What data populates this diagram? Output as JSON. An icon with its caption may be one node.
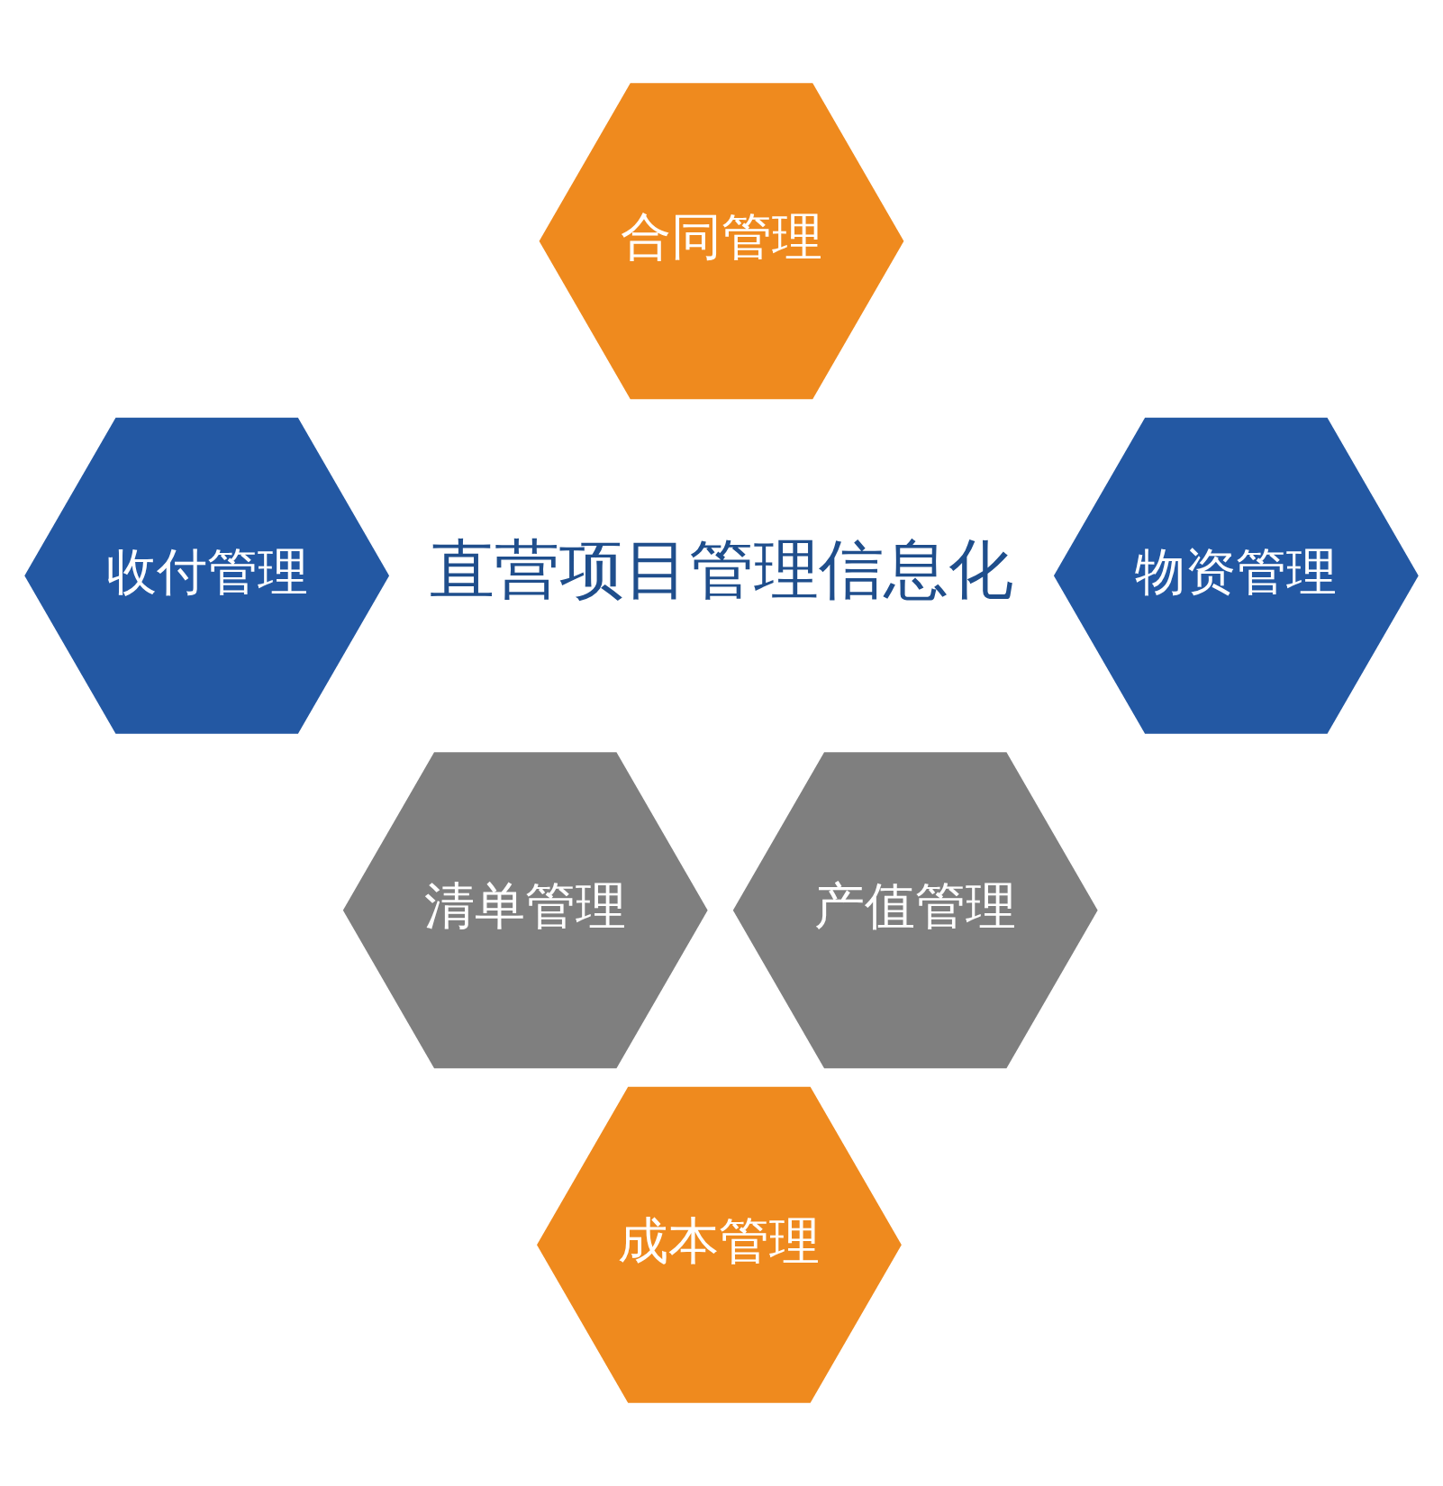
{
  "diagram": {
    "nodes": [
      {
        "text": [
          "合同管理"
        ]
      },
      {
        "text": [
          "收付管理"
        ]
      },
      {
        "text": [
          "物资管理"
        ]
      },
      {
        "text": [
          "清单管理"
        ]
      },
      {
        "text": [
          "产值管理"
        ]
      },
      {
        "text": [
          "成本管理"
        ]
      }
    ],
    "labels": [
      "直营项目管理信息化"
    ]
  }
}
